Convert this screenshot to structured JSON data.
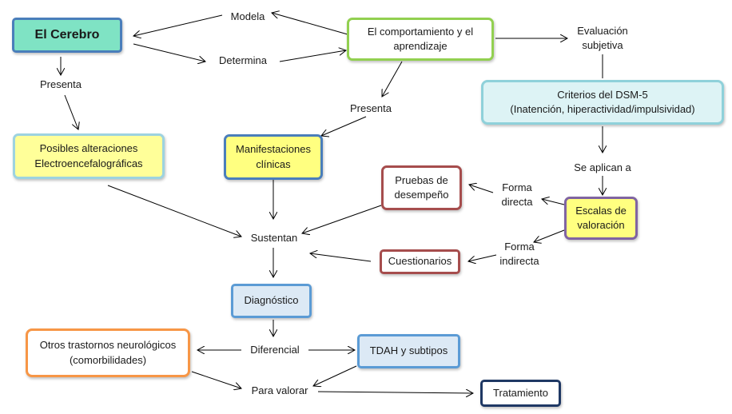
{
  "nodes": {
    "cerebro": "El Cerebro",
    "comportamiento": "El comportamiento  y el\naprendizaje",
    "criterios": "Criterios del DSM-5\n(Inatención, hiperactividad/impulsividad)",
    "alteraciones": "Posibles alteraciones\nElectroencefalográficas",
    "manifestaciones": "Manifestaciones\nclínicas",
    "pruebas": "Pruebas de\ndesempeño",
    "escalas": "Escalas de\nvaloración",
    "cuestionarios": "Cuestionarios",
    "diagnostico": "Diagnóstico",
    "otros": "Otros trastornos neurológicos\n(comorbilidades)",
    "tdah": "TDAH y subtipos",
    "tratamiento": "Tratamiento"
  },
  "labels": {
    "modela": "Modela",
    "determina": "Determina",
    "presenta_1": "Presenta",
    "presenta_2": "Presenta",
    "evaluacion": "Evaluación\nsubjetiva",
    "se_aplican": "Se aplican a",
    "forma_directa": "Forma\ndirecta",
    "forma_indirecta": "Forma\nindirecta",
    "sustentan": "Sustentan",
    "diferencial": "Diferencial",
    "para_valorar": "Para valorar"
  },
  "colors": {
    "cerebro_fill": "#7fe3c4",
    "cerebro_border": "#4a7ebb",
    "comportamiento_border": "#92d050",
    "criterios_fill": "#ddf3f5",
    "criterios_border": "#8fd1da",
    "alteraciones_fill": "#ffff99",
    "alteraciones_border": "#9dd3e0",
    "manifestaciones_fill": "#ffff80",
    "manifestaciones_border": "#4a7ebb",
    "pruebas_border": "#a64d4d",
    "escalas_fill": "#ffff80",
    "escalas_border": "#8064a2",
    "cuestionarios_border": "#a64d4d",
    "diagnostico_fill": "#dce9f5",
    "diagnostico_border": "#5b9bd5",
    "otros_border": "#f79646",
    "tdah_fill": "#dce9f5",
    "tdah_border": "#5b9bd5",
    "tratamiento_border": "#1f3864",
    "arrow": "#000000"
  }
}
